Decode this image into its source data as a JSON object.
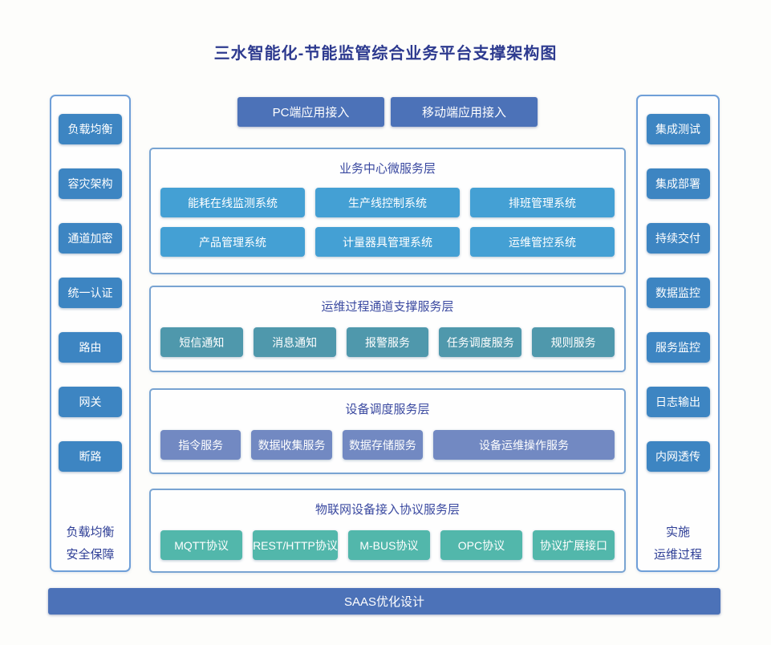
{
  "title": "三水智能化-节能监管综合业务平台支撑架构图",
  "top_buttons": [
    "PC端应用接入",
    "移动端应用接入"
  ],
  "left_sidebar": {
    "items": [
      "负载均衡",
      "容灾架构",
      "通道加密",
      "统一认证",
      "路由",
      "网关",
      "断路"
    ],
    "footer_lines": [
      "负载均衡",
      "安全保障"
    ]
  },
  "right_sidebar": {
    "items": [
      "集成测试",
      "集成部署",
      "持续交付",
      "数据监控",
      "服务监控",
      "日志输出",
      "内网透传"
    ],
    "footer_lines": [
      "实施",
      "运维过程"
    ]
  },
  "layers": [
    {
      "title": "业务中心微服务层",
      "color": "#44a0d4",
      "items": [
        "能耗在线监测系统",
        "生产线控制系统",
        "排班管理系统",
        "产品管理系统",
        "计量器具管理系统",
        "运维管控系统"
      ]
    },
    {
      "title": "运维过程通道支撑服务层",
      "color": "#4f98ac",
      "items": [
        "短信通知",
        "消息通知",
        "报警服务",
        "任务调度服务",
        "规则服务"
      ]
    },
    {
      "title": "设备调度服务层",
      "color": "#7289c2",
      "items": [
        "指令服务",
        "数据收集服务",
        "数据存储服务",
        "设备运维操作服务"
      ]
    },
    {
      "title": "物联网设备接入协议服务层",
      "color": "#52b7ab",
      "items": [
        "MQTT协议",
        "REST/HTTP协议",
        "M-BUS协议",
        "OPC协议",
        "协议扩展接口"
      ]
    }
  ],
  "bottom_bar": "SAAS优化设计",
  "colors": {
    "page_background": "#fdfdfb",
    "title_text": "#2d3a8f",
    "section_title_text": "#3a49a0",
    "panel_border": "#6f9fd8",
    "layer_border": "#79a4d2",
    "sidebar_button": "#3d85c2",
    "top_button_and_bottom_bar": "#4c72b8",
    "layer1_button": "#44a0d4",
    "layer2_button": "#4f98ac",
    "layer3_button": "#7289c2",
    "layer4_button": "#52b7ab",
    "button_text": "#ffffff"
  }
}
